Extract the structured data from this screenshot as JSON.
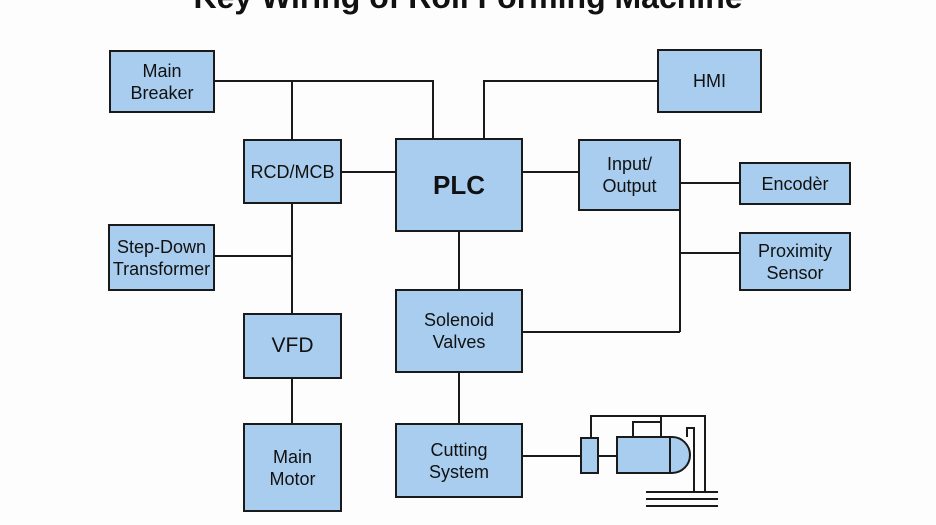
{
  "title": "Key Wiring of Roll Forming Machine",
  "colors": {
    "box_fill": "#a8cdee",
    "line": "#1a1a1a",
    "background": "#fdfdfd"
  },
  "nodes": {
    "main_breaker": "Main\nBreaker",
    "hmi": "HMI",
    "rcd_mcb": "RCD/MCB",
    "plc": "PLC",
    "input_output": "Input/\nOutput",
    "encoder": "Encodèr",
    "step_down": "Step-Down\nTransformer",
    "proximity": "Proximity\nSensor",
    "vfd": "VFD",
    "solenoid": "Solenoid\nValves",
    "main_motor": "Main\nMotor",
    "cutting": "Cutting\nSystem"
  },
  "icons": {
    "cutter": "hydraulic-cylinder-icon"
  }
}
